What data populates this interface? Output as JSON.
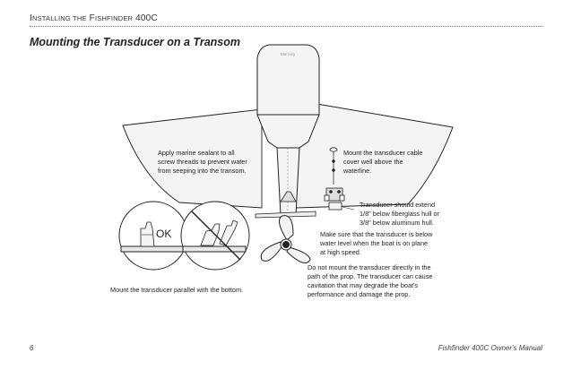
{
  "header": {
    "first_cap": "I",
    "first_rest": "NSTALLING THE",
    "second_cap": "F",
    "second_rest": "ISHFINDER",
    "model": "400C"
  },
  "title": "Mounting the Transducer on a Transom",
  "motor_brand": "Mercury",
  "notes": {
    "sealant": [
      "Apply marine sealant to all",
      "screw threads to prevent water",
      "from seeping into the transom."
    ],
    "cable": [
      "Mount the transducer cable",
      "cover well above the",
      "waterline."
    ],
    "extend": [
      "Transducer should extend",
      "1/8\" below fiberglass hull or",
      "3/8\" below aluminum hull."
    ],
    "below_water": [
      "Make sure that the transducer is below",
      "water level when the boat is on plane",
      "at high speed."
    ],
    "not_mount": [
      "Do not mount the transducer directly in the",
      "path of the prop. The transducer can cause",
      "cavitation that may degrade the boat's",
      "performance and damage the prop."
    ],
    "parallel": "Mount the transducer parallel with the bottom."
  },
  "ok_label": "OK",
  "footer": {
    "page": "6",
    "manual": "Fishfinder 400C Owner's Manual"
  }
}
